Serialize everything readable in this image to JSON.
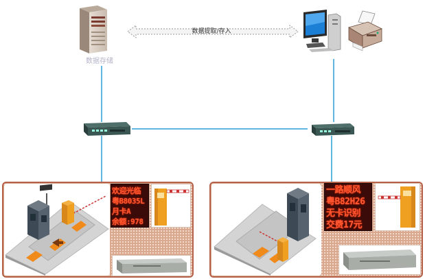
{
  "diagram": {
    "server": {
      "label": "数据存储",
      "icon": "database-server-icon"
    },
    "sync_link": {
      "label": "数据提取/存入",
      "icon": "bidirectional-arrow-icon"
    },
    "workstation": {
      "icon": "computer-icon"
    },
    "printer": {
      "icon": "printer-icon"
    },
    "switches": [
      {
        "icon": "network-switch-icon"
      },
      {
        "icon": "network-switch-icon"
      }
    ],
    "lanes": [
      {
        "led_lines": [
          "欢迎光临",
          "粤B8035L",
          "月卡A",
          "余额:978"
        ],
        "led_color": "#ff5a33",
        "barrier_color": "#f0a020",
        "icons": [
          "parking-lane-icon",
          "ticket-machine-icon",
          "led-display-icon",
          "barrier-gate-icon",
          "card-reader-icon"
        ]
      },
      {
        "led_lines": [
          "一路顺风",
          "粤B82H26",
          "无卡识别",
          "交费17元"
        ],
        "led_color": "#ff5a33",
        "barrier_color": "#f0a020",
        "icons": [
          "parking-lane-icon",
          "ticket-machine-icon",
          "led-display-icon",
          "barrier-gate-icon",
          "card-reader-icon"
        ]
      }
    ],
    "colors": {
      "network_line": "#2a9fd8",
      "panel_border": "#b5614a",
      "panel_fill": "#d9a88f"
    }
  }
}
